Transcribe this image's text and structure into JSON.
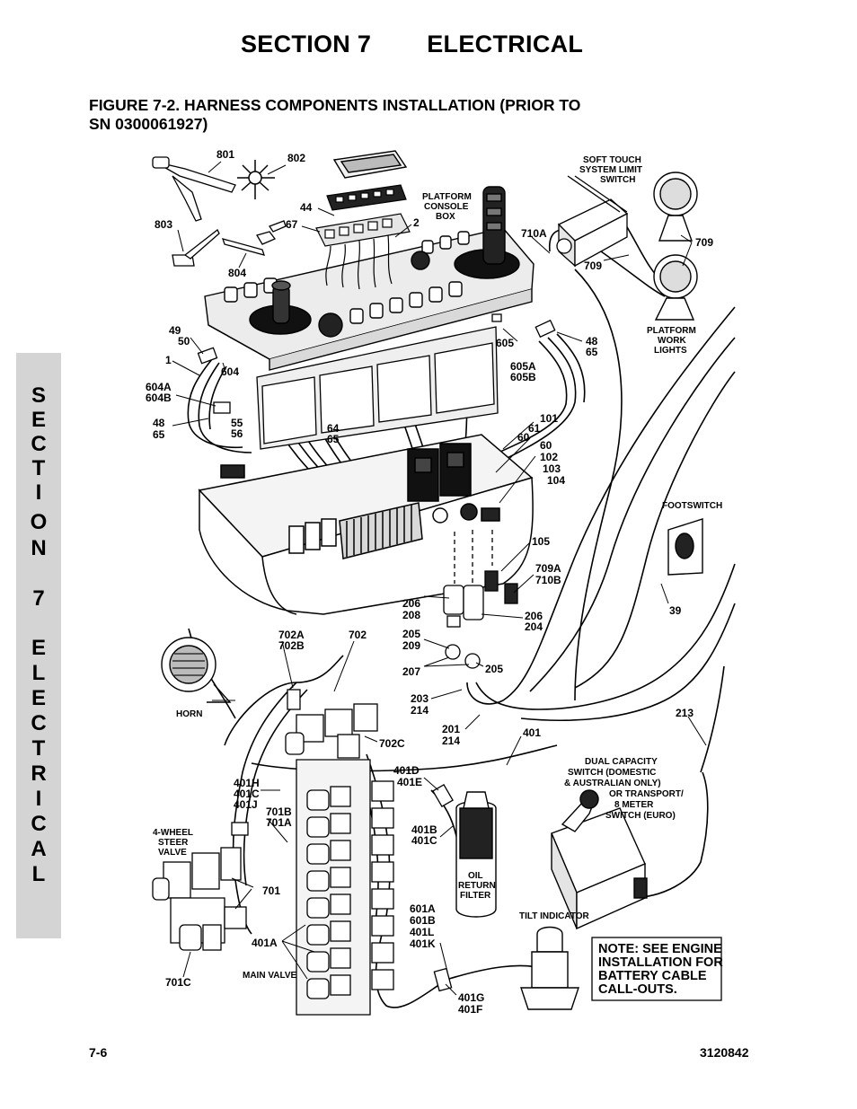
{
  "header": {
    "section": "SECTION 7",
    "title": "ELECTRICAL",
    "figure_line1": "FIGURE 7-2. HARNESS COMPONENTS INSTALLATION (PRIOR TO",
    "figure_line2": "SN 0300061927)"
  },
  "side_tab": [
    "S",
    "E",
    "C",
    "T",
    "I",
    "O",
    "N",
    "7",
    "E",
    "L",
    "E",
    "C",
    "T",
    "R",
    "I",
    "C",
    "A",
    "L"
  ],
  "labels": {
    "l801": "801",
    "l802": "802",
    "l803": "803",
    "l804": "804",
    "l44": "44",
    "l67": "67",
    "l2": "2",
    "pcb1": "PLATFORM",
    "pcb2": "CONSOLE",
    "pcb3": "BOX",
    "st1": "SOFT TOUCH",
    "st2": "SYSTEM LIMIT",
    "st3": "SWITCH",
    "l710a": "710A",
    "l709a": "709",
    "l709b": "709",
    "pwl1": "PLATFORM",
    "pwl2": "WORK",
    "pwl3": "LIGHTS",
    "l49": "49",
    "l50": "50",
    "l1": "1",
    "l604": "604",
    "l604a": "604A",
    "l604b": "604B",
    "l48a": "48",
    "l65a": "65",
    "l55": "55",
    "l56": "56",
    "l64": "64",
    "l65b": "65",
    "l605": "605",
    "l48b": "48",
    "l65c": "65",
    "l605a": "605A",
    "l605b": "605B",
    "l101": "101",
    "l61": "61",
    "l60a": "60",
    "l60b": "60",
    "l102": "102",
    "l103": "103",
    "l104": "104",
    "footsw": "FOOTSWITCH",
    "l105": "105",
    "l709A": "709A",
    "l710B": "710B",
    "l39": "39",
    "l206a": "206",
    "l208": "208",
    "l206b": "206",
    "l204": "204",
    "l205a": "205",
    "l209": "209",
    "l207": "207",
    "l205b": "205",
    "l203": "203",
    "l214a": "214",
    "l201": "201",
    "l214b": "214",
    "l702a": "702A",
    "l702b": "702B",
    "l702": "702",
    "horn": "HORN",
    "l702c": "702C",
    "l401": "401",
    "l213": "213",
    "dc1": "DUAL CAPACITY",
    "dc2": "SWITCH (DOMESTIC",
    "dc3": "& AUSTRALIAN ONLY)",
    "dc4": "OR TRANSPORT/",
    "dc5": "8 METER",
    "dc6": "SWITCH (EURO)",
    "l401d": "401D",
    "l401e": "401E",
    "l401h": "401H",
    "l401c1": "401C",
    "l401j": "401J",
    "l701b": "701B",
    "l701a": "701A",
    "ws1": "4-WHEEL",
    "ws2": "STEER",
    "ws3": "VALVE",
    "l401b": "401B",
    "l401c2": "401C",
    "of1": "OIL",
    "of2": "RETURN",
    "of3": "FILTER",
    "l701": "701",
    "tilt": "TILT INDICATOR",
    "l601a": "601A",
    "l601b": "601B",
    "l401l": "401L",
    "l401k": "401K",
    "l401a": "401A",
    "mainv": "MAIN VALVE",
    "l701c": "701C",
    "l401g": "401G",
    "l401f": "401F"
  },
  "note": {
    "line1": "NOTE: SEE ENGINE",
    "line2": "INSTALLATION FOR",
    "line3": "BATTERY CABLE",
    "line4": "CALL-OUTS."
  },
  "footer": {
    "page": "7-6",
    "doc": "3120842"
  }
}
